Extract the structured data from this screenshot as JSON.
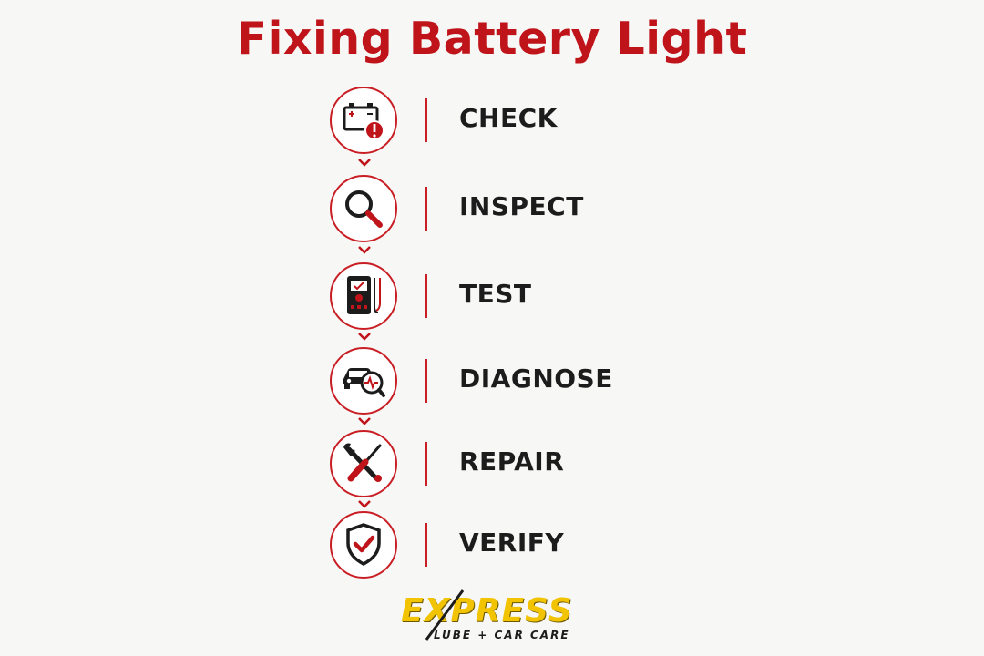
{
  "title": "Fixing Battery Light",
  "colors": {
    "accent": "#c0141b",
    "text": "#1c1c1c",
    "logo_yellow": "#f2c300"
  },
  "steps": [
    {
      "label": "CHECK",
      "icon": "battery-warning-icon"
    },
    {
      "label": "INSPECT",
      "icon": "magnifying-glass-icon"
    },
    {
      "label": "TEST",
      "icon": "multimeter-icon"
    },
    {
      "label": "DIAGNOSE",
      "icon": "car-diagnostic-icon"
    },
    {
      "label": "REPAIR",
      "icon": "wrench-screwdriver-icon"
    },
    {
      "label": "VERIFY",
      "icon": "shield-check-icon"
    }
  ],
  "logo": {
    "main": "EXPRESS",
    "sub": "LUBE + CAR CARE"
  }
}
